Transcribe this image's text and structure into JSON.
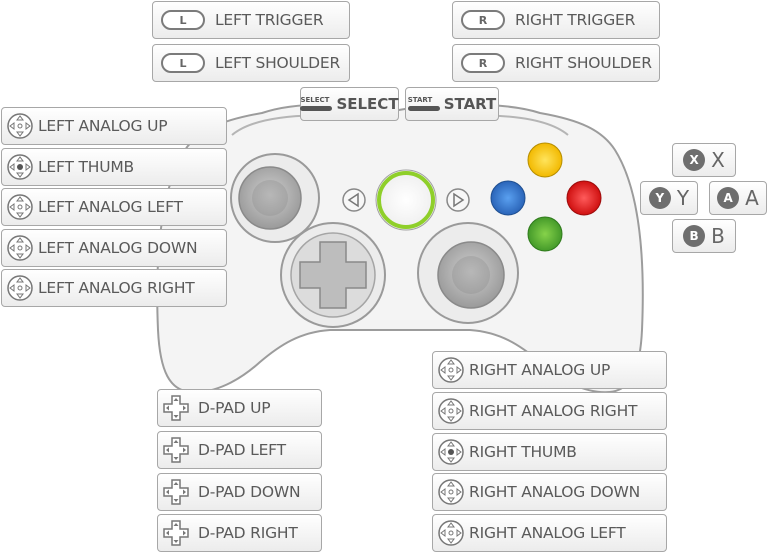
{
  "buttons": {
    "left_trigger": {
      "key": "L",
      "label": "LEFT TRIGGER"
    },
    "left_shoulder": {
      "key": "L",
      "label": "LEFT SHOULDER"
    },
    "right_trigger": {
      "key": "R",
      "label": "RIGHT TRIGGER"
    },
    "right_shoulder": {
      "key": "R",
      "label": "RIGHT SHOULDER"
    },
    "select": {
      "small": "SELECT",
      "label": "SELECT"
    },
    "start": {
      "small": "START",
      "label": "START"
    },
    "left_analog_up": {
      "label": "LEFT ANALOG UP"
    },
    "left_thumb": {
      "label": "LEFT THUMB"
    },
    "left_analog_left": {
      "label": "LEFT ANALOG LEFT"
    },
    "left_analog_down": {
      "label": "LEFT ANALOG DOWN"
    },
    "left_analog_right": {
      "label": "LEFT ANALOG RIGHT"
    },
    "dpad_up": {
      "label": "D-PAD UP"
    },
    "dpad_left": {
      "label": "D-PAD LEFT"
    },
    "dpad_down": {
      "label": "D-PAD DOWN"
    },
    "dpad_right": {
      "label": "D-PAD RIGHT"
    },
    "right_analog_up": {
      "label": "RIGHT ANALOG UP"
    },
    "right_analog_right": {
      "label": "RIGHT ANALOG RIGHT"
    },
    "right_thumb": {
      "label": "RIGHT THUMB"
    },
    "right_analog_down": {
      "label": "RIGHT ANALOG DOWN"
    },
    "right_analog_left": {
      "label": "RIGHT ANALOG LEFT"
    },
    "x": {
      "badge": "X",
      "label": "X"
    },
    "y": {
      "badge": "Y",
      "label": "Y"
    },
    "a": {
      "badge": "A",
      "label": "A"
    },
    "b": {
      "badge": "B",
      "label": "B"
    }
  },
  "icons": {
    "analog": "analog-stick-icon",
    "thumb": "thumb-press-icon",
    "dpad": "dpad-icon"
  },
  "colors": {
    "button_x": "#3a78c8",
    "button_y": "#f2c200",
    "button_a": "#5aa838",
    "button_b": "#e02020",
    "guide_ring": "#8fcf2a"
  }
}
